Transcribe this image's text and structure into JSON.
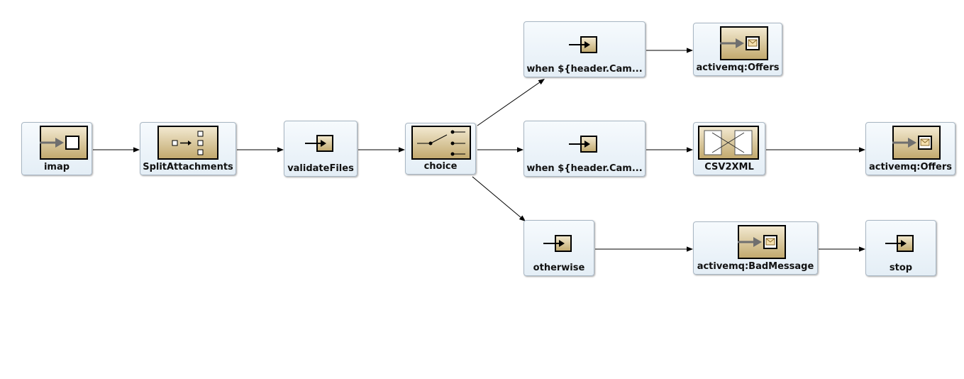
{
  "diagram": {
    "nodes": {
      "imap": {
        "label": "imap",
        "icon": "endpoint-from-icon"
      },
      "split": {
        "label": "SplitAttachments",
        "icon": "splitter-icon"
      },
      "validate": {
        "label": "validateFiles",
        "icon": "processor-icon"
      },
      "choice": {
        "label": "choice",
        "icon": "choice-icon"
      },
      "when1": {
        "label": "when ${header.Cam...",
        "icon": "processor-icon"
      },
      "offers1": {
        "label": "activemq:Offers",
        "icon": "message-endpoint-icon"
      },
      "when2": {
        "label": "when ${header.Cam...",
        "icon": "processor-icon"
      },
      "csv": {
        "label": "CSV2XML",
        "icon": "transform-icon"
      },
      "offers2": {
        "label": "activemq:Offers",
        "icon": "message-endpoint-icon"
      },
      "otherwise": {
        "label": "otherwise",
        "icon": "processor-icon"
      },
      "bad": {
        "label": "activemq:BadMessage",
        "icon": "message-endpoint-icon"
      },
      "stop": {
        "label": "stop",
        "icon": "processor-icon"
      }
    },
    "edges": [
      [
        "imap",
        "split"
      ],
      [
        "split",
        "validate"
      ],
      [
        "validate",
        "choice"
      ],
      [
        "choice",
        "when1"
      ],
      [
        "choice",
        "when2"
      ],
      [
        "choice",
        "otherwise"
      ],
      [
        "when1",
        "offers1"
      ],
      [
        "when2",
        "csv"
      ],
      [
        "csv",
        "offers2"
      ],
      [
        "otherwise",
        "bad"
      ],
      [
        "bad",
        "stop"
      ]
    ],
    "colors": {
      "node_bg": "#e8f1f8",
      "icon_gold": "#cbb57e",
      "edge": "#000000"
    }
  }
}
